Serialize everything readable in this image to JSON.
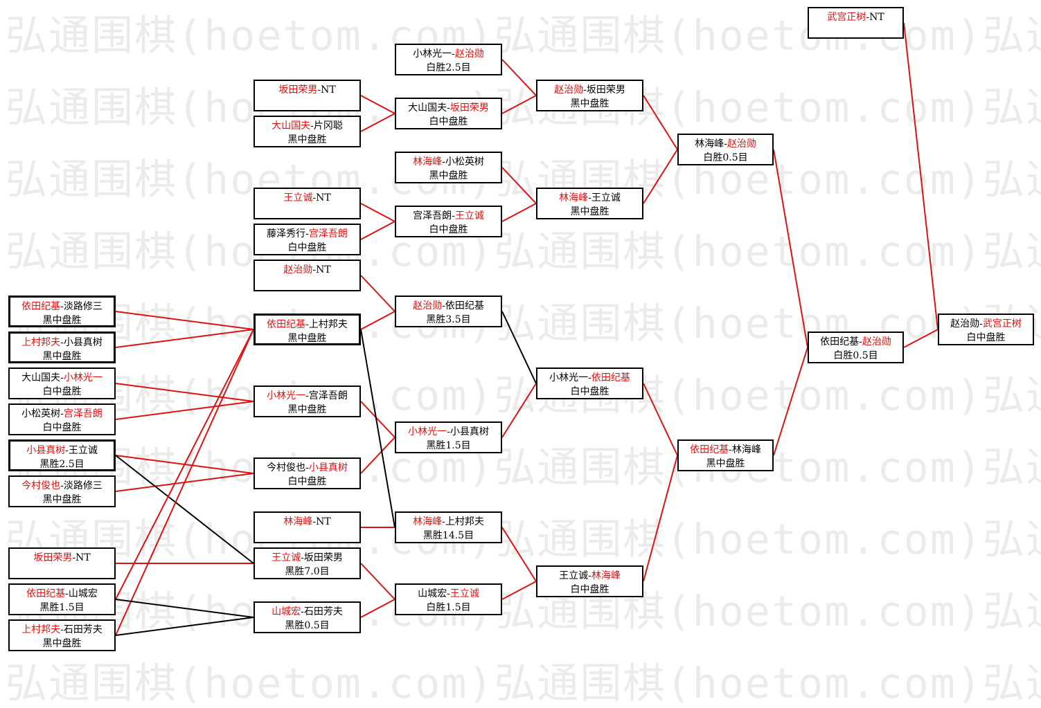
{
  "watermark": {
    "text": "弘通围棋(hoetom.com)弘通围棋(hoetom.com)弘通围棋",
    "color": "#ebebeb"
  },
  "colors": {
    "winner": "#e01010",
    "line_red": "#e01010",
    "line_black": "#000000",
    "border": "#000000"
  },
  "bracket": {
    "r1_1": {
      "p1": "依田纪基",
      "p2": "淡路修三",
      "winner": 1,
      "result": "黑中盘胜"
    },
    "r1_2": {
      "p1": "上村邦夫",
      "p2": "小县真树",
      "winner": 1,
      "result": "黑中盘胜"
    },
    "r1_3": {
      "p1": "大山国夫",
      "p2": "小林光一",
      "winner": 2,
      "result": "白中盘胜"
    },
    "r1_4": {
      "p1": "小松英树",
      "p2": "宫泽吾朗",
      "winner": 2,
      "result": "白中盘胜"
    },
    "r1_5": {
      "p1": "小县真树",
      "p2": "王立诚",
      "winner": 1,
      "result": "黑胜2.5目"
    },
    "r1_6": {
      "p1": "今村俊也",
      "p2": "淡路修三",
      "winner": 1,
      "result": "黑中盘胜"
    },
    "r1_7": {
      "p1": "坂田荣男",
      "p2": "NT",
      "winner": 1,
      "result": ""
    },
    "r1_8": {
      "p1": "依田纪基",
      "p2": "山城宏",
      "winner": 1,
      "result": "黑胜1.5目"
    },
    "r1_9": {
      "p1": "上村邦夫",
      "p2": "石田芳夫",
      "winner": 1,
      "result": "黑中盘胜"
    },
    "r2_1": {
      "p1": "坂田荣男",
      "p2": "NT",
      "winner": 1,
      "result": ""
    },
    "r2_2": {
      "p1": "大山国夫",
      "p2": "片冈聪",
      "winner": 1,
      "result": "黑中盘胜"
    },
    "r2_3": {
      "p1": "王立诚",
      "p2": "NT",
      "winner": 1,
      "result": ""
    },
    "r2_4": {
      "p1": "藤泽秀行",
      "p2": "宫泽吾朗",
      "winner": 2,
      "result": "白中盘胜"
    },
    "r2_5": {
      "p1": "赵治勋",
      "p2": "NT",
      "winner": 1,
      "result": ""
    },
    "r2_6": {
      "p1": "依田纪基",
      "p2": "上村邦夫",
      "winner": 1,
      "result": "黑中盘胜"
    },
    "r2_7": {
      "p1": "小林光一",
      "p2": "宫泽吾朗",
      "winner": 1,
      "result": "黑中盘胜"
    },
    "r2_8": {
      "p1": "今村俊也",
      "p2": "小县真树",
      "winner": 2,
      "result": "白中盘胜"
    },
    "r2_9": {
      "p1": "林海峰",
      "p2": "NT",
      "winner": 1,
      "result": ""
    },
    "r2_10": {
      "p1": "王立诚",
      "p2": "坂田荣男",
      "winner": 1,
      "result": "黑胜7.0目"
    },
    "r2_11": {
      "p1": "山城宏",
      "p2": "石田芳夫",
      "winner": 1,
      "result": "黑胜0.5目"
    },
    "r3_1": {
      "p1": "小林光一",
      "p2": "赵治勋",
      "winner": 2,
      "result": "白胜2.5目"
    },
    "r3_2": {
      "p1": "大山国夫",
      "p2": "坂田荣男",
      "winner": 2,
      "result": "白中盘胜"
    },
    "r3_3": {
      "p1": "林海峰",
      "p2": "小松英树",
      "winner": 1,
      "result": "黑中盘胜"
    },
    "r3_4": {
      "p1": "宫泽吾朗",
      "p2": "王立诚",
      "winner": 2,
      "result": "白中盘胜"
    },
    "r3_5": {
      "p1": "赵治勋",
      "p2": "依田纪基",
      "winner": 1,
      "result": "黑胜3.5目"
    },
    "r3_6": {
      "p1": "小林光一",
      "p2": "小县真树",
      "winner": 1,
      "result": "黑胜1.5目"
    },
    "r3_7": {
      "p1": "林海峰",
      "p2": "上村邦夫",
      "winner": 1,
      "result": "黑胜14.5目"
    },
    "r3_8": {
      "p1": "山城宏",
      "p2": "王立诚",
      "winner": 2,
      "result": "白胜1.5目"
    },
    "r4_1": {
      "p1": "赵治勋",
      "p2": "坂田荣男",
      "winner": 1,
      "result": "黑中盘胜"
    },
    "r4_2": {
      "p1": "林海峰",
      "p2": "王立诚",
      "winner": 1,
      "result": "黑中盘胜"
    },
    "r4_3": {
      "p1": "小林光一",
      "p2": "依田纪基",
      "winner": 2,
      "result": "白中盘胜"
    },
    "r4_4": {
      "p1": "王立诚",
      "p2": "林海峰",
      "winner": 2,
      "result": "白中盘胜"
    },
    "r5_1": {
      "p1": "林海峰",
      "p2": "赵治勋",
      "winner": 2,
      "result": "白胜0.5目"
    },
    "r5_2": {
      "p1": "依田纪基",
      "p2": "林海峰",
      "winner": 1,
      "result": "黑中盘胜"
    },
    "r6_1": {
      "p1": "依田纪基",
      "p2": "赵治勋",
      "winner": 2,
      "result": "白胜0.5目"
    },
    "r6_2": {
      "p1": "武宫正树",
      "p2": "NT",
      "winner": 1,
      "result": ""
    },
    "final": {
      "p1": "赵治勋",
      "p2": "武宫正树",
      "winner": 2,
      "result": "白中盘胜"
    }
  }
}
